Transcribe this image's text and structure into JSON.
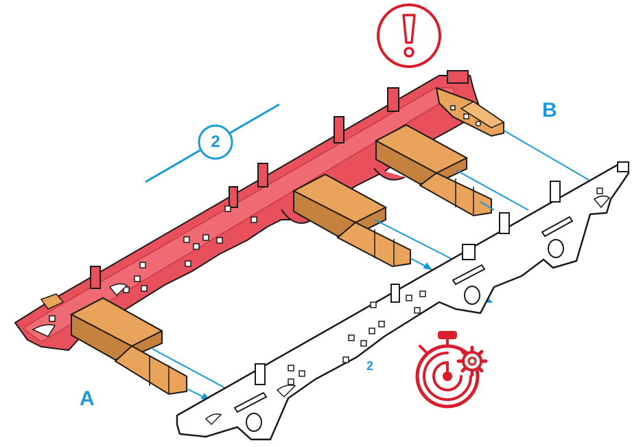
{
  "labels": {
    "part_a": "A",
    "part_b": "B",
    "step_badge": "2",
    "step_small": "2"
  },
  "icons": {
    "warning": "exclamation-circle-icon",
    "timer": "stopwatch-gear-icon"
  },
  "colors": {
    "accent_blue": "#1a9ad6",
    "frame_red": "#e8505b",
    "frame_red_dark": "#b32a35",
    "block_orange": "#e9a35a",
    "block_orange_dark": "#b8733a",
    "warning_red": "#d81e2a",
    "outline": "#1a1a1a"
  }
}
